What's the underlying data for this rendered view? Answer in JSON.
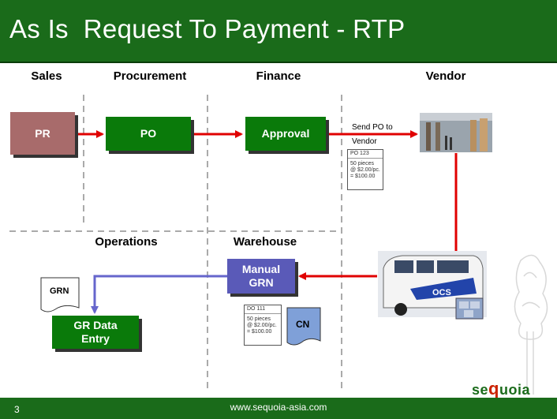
{
  "title": "As Is  Request To Payment - RTP",
  "lanes": {
    "sales": "Sales",
    "procurement": "Procurement",
    "finance": "Finance",
    "vendor": "Vendor",
    "operations": "Operations",
    "warehouse": "Warehouse"
  },
  "nodes": {
    "pr": "PR",
    "po": "PO",
    "approval": "Approval",
    "manual_grn_line1": "Manual",
    "manual_grn_line2": "GRN",
    "gr_line1": "GR Data",
    "gr_line2": "Entry"
  },
  "edge_labels": {
    "send_po_line1": "Send PO to",
    "send_po_line2": "Vendor"
  },
  "po_doc": {
    "header": "PO 123",
    "line1": "50 pieces",
    "line2": "@  $2.00/pc.",
    "line3": "= $100.00"
  },
  "do_doc": {
    "header": "DO 111",
    "line1": "50 pieces",
    "line2": "@  $2.00/pc.",
    "line3": "= $100.00"
  },
  "grn_doc": "GRN",
  "cn_doc": "CN",
  "van_text": "OCS",
  "logo": {
    "pre": "se",
    "q": "q",
    "post": "uoia"
  },
  "footer": {
    "page": "3",
    "url": "www.sequoia-asia.com"
  },
  "colors": {
    "header_green": "#1a6b1a",
    "node_green": "#0a7a0a",
    "node_brown": "#a86b6b",
    "node_blue": "#5a5ab8",
    "arrow_red": "#e00000",
    "arrow_blue": "#6666cc"
  }
}
